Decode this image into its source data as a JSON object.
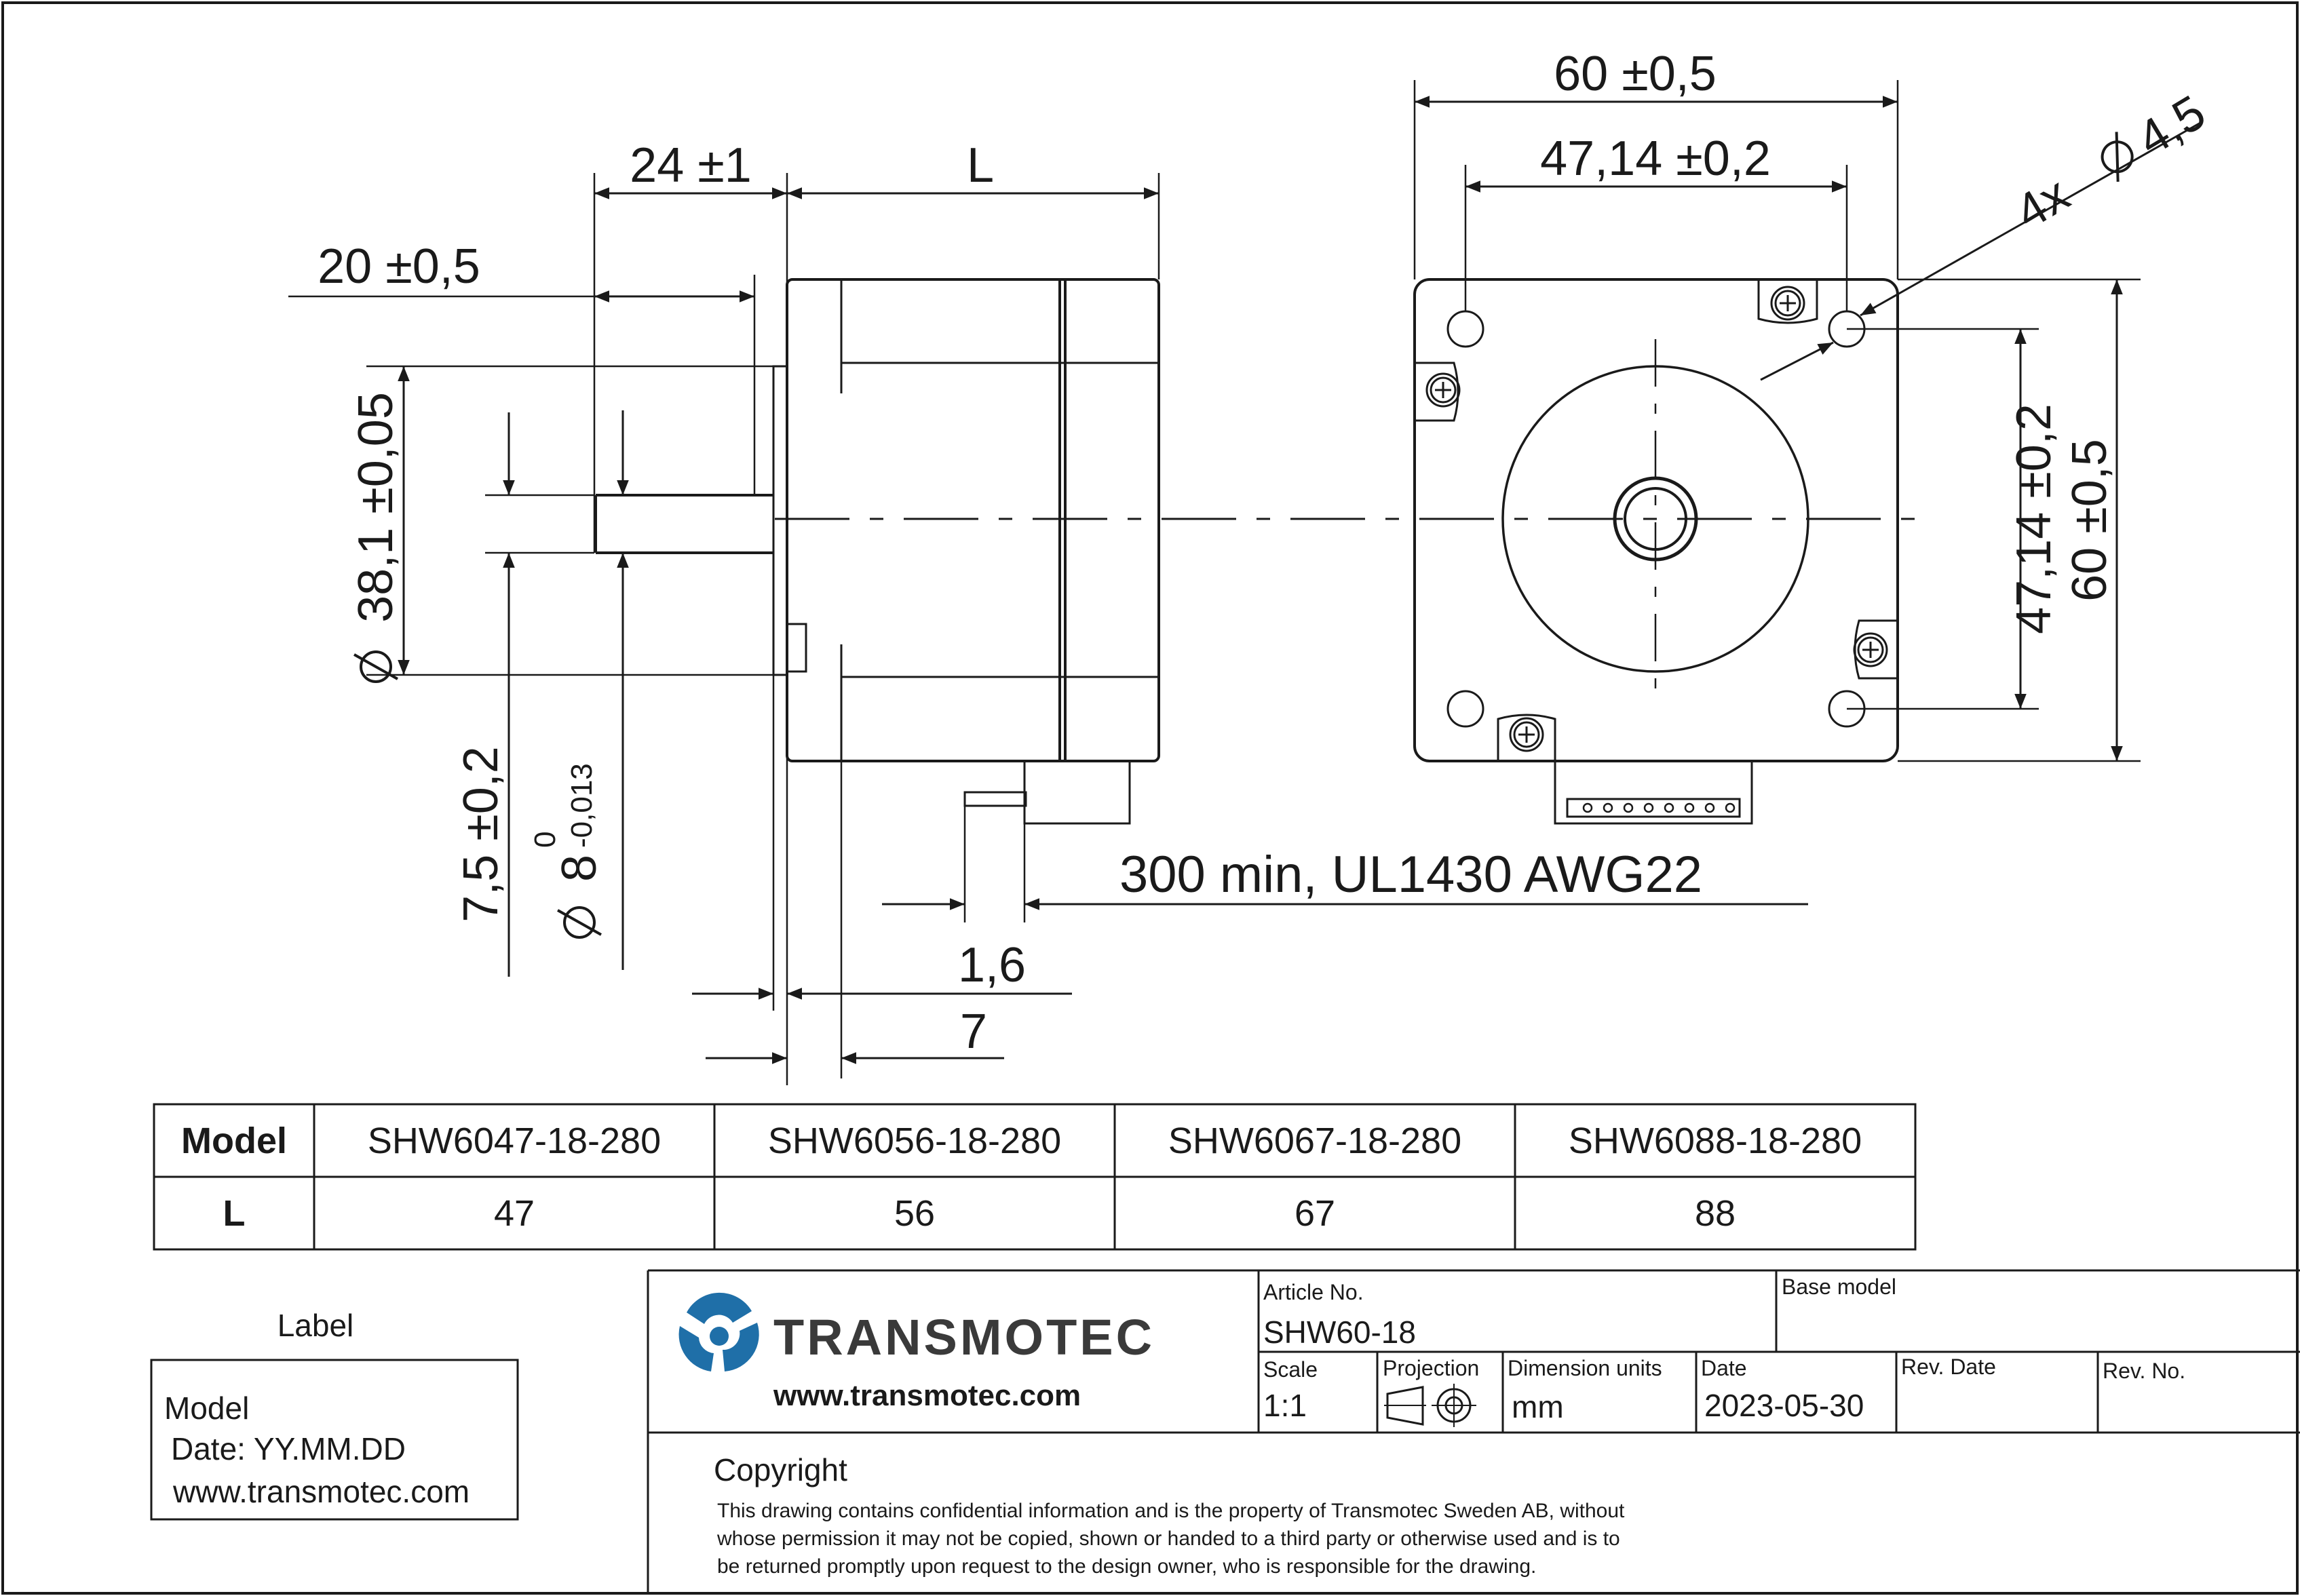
{
  "dimensions": {
    "width_total": "60 ±0,5",
    "hole_spacing_h": "47,14 ±0,2",
    "holes": "4x",
    "hole_dia": "4,5",
    "hole_spacing_v": "47,14 ±0,2",
    "height_total": "60 ±0,5",
    "flange_to_shaft_end": "24 ±1",
    "body_length": "L",
    "shaft_flat_length": "20 ±0,5",
    "pilot_dia": "38,1 ±0,05",
    "flat_depth": "7,5 ±0,2",
    "shaft_dia": "8",
    "shaft_tol_upper": "0",
    "shaft_tol_lower": "-0,013",
    "pilot_depth": "1,6",
    "flange_thickness": "7",
    "wire_spec": "300 min, UL1430 AWG22"
  },
  "model_table": {
    "header_label": "Model",
    "row_label": "L",
    "models": [
      "SHW6047-18-280",
      "SHW6056-18-280",
      "SHW6067-18-280",
      "SHW6088-18-280"
    ],
    "lengths": [
      "47",
      "56",
      "67",
      "88"
    ]
  },
  "label_box": {
    "title": "Label",
    "line1": "Model",
    "line2": "Date: YY.MM.DD",
    "line3": "www.transmotec.com"
  },
  "title_block": {
    "brand": "TRANSMOTEC",
    "website": "www.transmotec.com",
    "article_no_label": "Article No.",
    "article_no": "SHW60-18",
    "base_model_label": "Base model",
    "scale_label": "Scale",
    "scale": "1:1",
    "projection_label": "Projection",
    "dim_units_label": "Dimension units",
    "dim_units": "mm",
    "date_label": "Date",
    "date": "2023-05-30",
    "rev_date_label": "Rev. Date",
    "rev_no_label": "Rev. No.",
    "copyright_title": "Copyright",
    "copyright_l1": "This drawing contains confidential information and is the property of Transmotec Sweden AB, without",
    "copyright_l2": "whose permission it may not be copied, shown or handed to a third party or otherwise used and is to",
    "copyright_l3": "be returned promptly upon request to the design owner, who is responsible for the drawing."
  },
  "colors": {
    "line": "#1a1a1a",
    "brand_blue": "#1f6fa8"
  }
}
